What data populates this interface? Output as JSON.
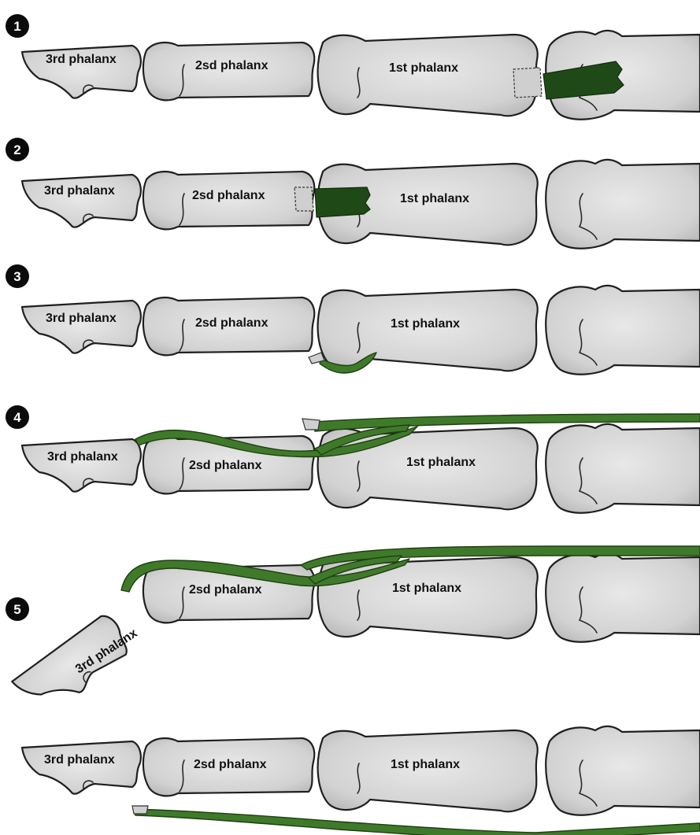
{
  "colors": {
    "bone_fill": "#d4d4d4",
    "bone_outline": "#1f1f1f",
    "tendon": "#3f7a2a",
    "tendon_dark": "#1f4a18",
    "badge": "#0b0b0b"
  },
  "panels": [
    {
      "badge": "1",
      "labels": {
        "third": "3rd phalanx",
        "second": "2sd phalanx",
        "first": "1st phalanx"
      }
    },
    {
      "badge": "2",
      "labels": {
        "third": "3rd phalanx",
        "second": "2sd phalanx",
        "first": "1st phalanx"
      }
    },
    {
      "badge": "3",
      "labels": {
        "third": "3rd phalanx",
        "second": "2sd phalanx",
        "first": "1st phalanx"
      }
    },
    {
      "badge": "4",
      "labels": {
        "third": "3rd phalanx",
        "second": "2sd phalanx",
        "first": "1st phalanx"
      }
    },
    {
      "badge": "5",
      "labels": {
        "third": "3rd phalanx",
        "second": "2sd phalanx",
        "first": "1st phalanx"
      }
    },
    {
      "badge": "",
      "labels": {
        "third": "3rd phalanx",
        "second": "2sd phalanx",
        "first": "1st phalanx"
      }
    }
  ]
}
